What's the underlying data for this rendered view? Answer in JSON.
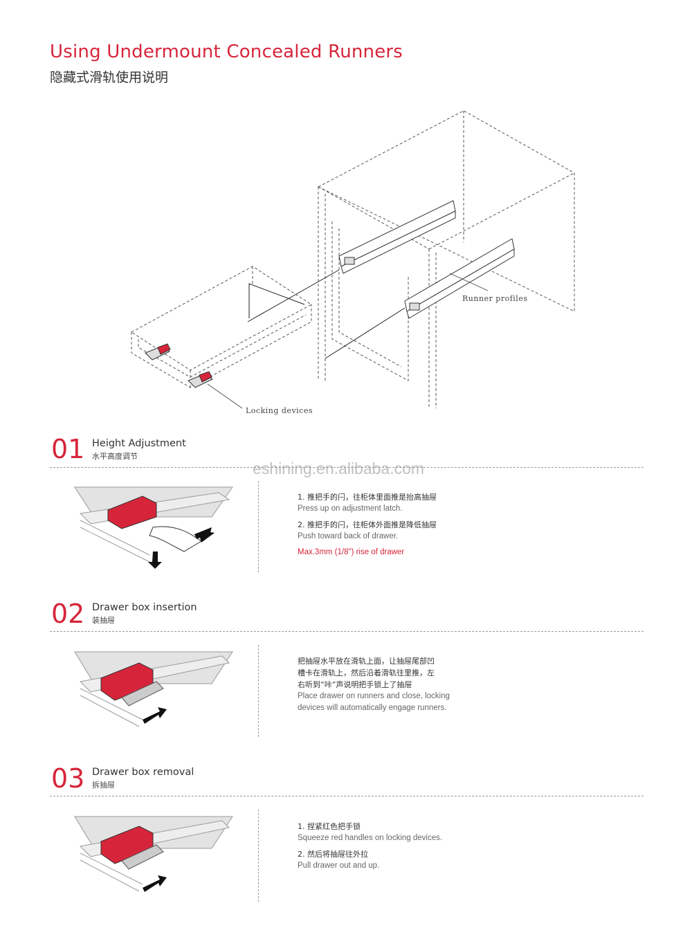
{
  "title": {
    "en": "Using Undermount Concealed Runners",
    "cn": "隐藏式滑轨使用说明"
  },
  "diagram": {
    "runner_label": "Runner profiles",
    "locking_label": "Locking devices"
  },
  "watermark": "eshining.en.alibaba.com",
  "sections": [
    {
      "num": "01",
      "title_en": "Height Adjustment",
      "title_cn": "水平高度调节",
      "lines": [
        {
          "cn": "1. 推把手的闩，往柜体里面推是抬高抽屉",
          "en": "Press up on adjustment latch."
        },
        {
          "cn": "2. 推把手的闩，往柜体外面推是降低抽屉",
          "en": "Push toward back of drawer."
        }
      ],
      "note": "Max.3mm (1/8\") rise of drawer"
    },
    {
      "num": "02",
      "title_en": "Drawer box insertion",
      "title_cn": "装抽屉",
      "cn_para": [
        "把抽屉水平放在滑轨上面，让抽屉尾部凹",
        "槽卡在滑轨上，然后沿着滑轨往里推，左",
        "右听到“咔”声说明把手锁上了抽屉"
      ],
      "en_para": [
        "Place drawer on runners and close, locking",
        "devices will automatically engage runners."
      ]
    },
    {
      "num": "03",
      "title_en": "Drawer box removal",
      "title_cn": "拆抽屉",
      "lines": [
        {
          "cn": "1. 捏紧红色把手锁",
          "en": "Squeeze red handles on locking devices."
        },
        {
          "cn": "2. 然后将抽屉往外拉",
          "en": "Pull drawer out and up."
        }
      ]
    }
  ],
  "colors": {
    "accent": "#d6253a",
    "line": "#9a9a9a"
  }
}
